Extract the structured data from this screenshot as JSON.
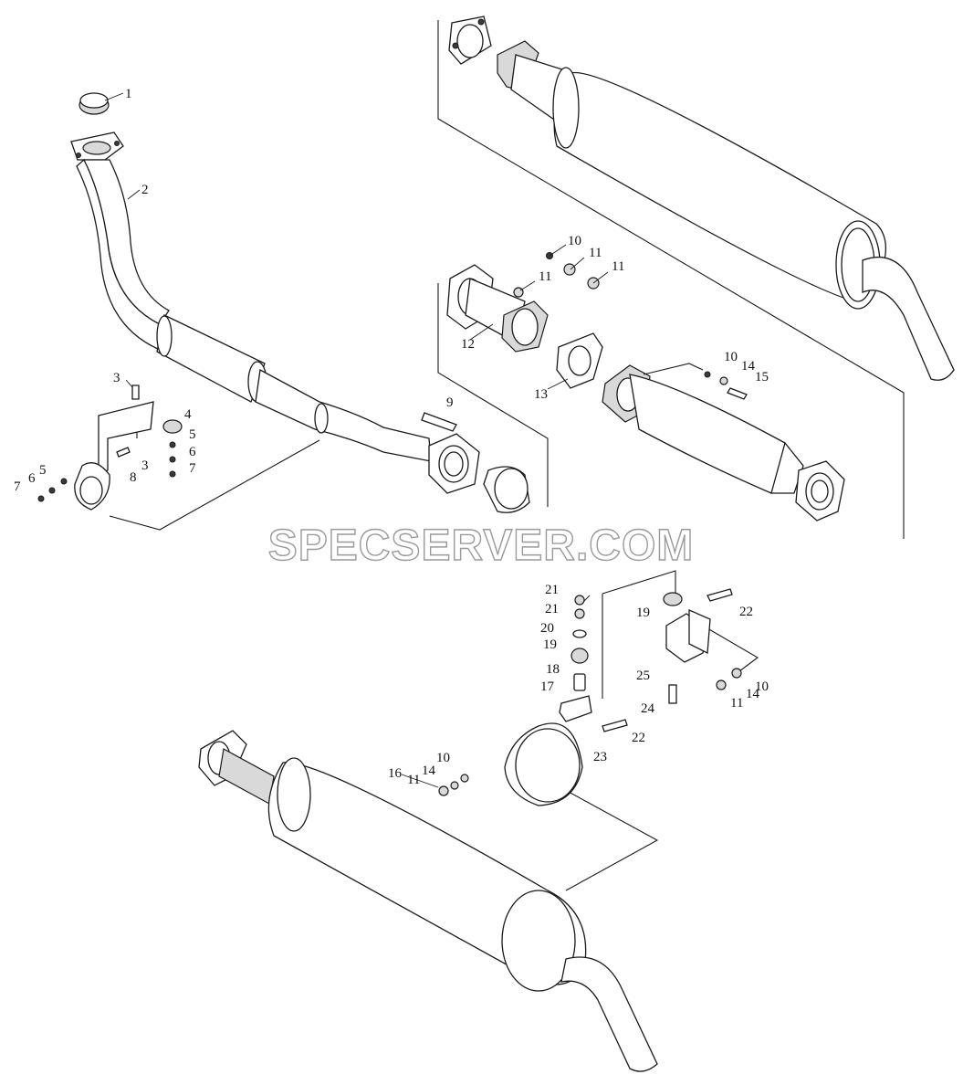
{
  "watermark": "SPECSERVER.COM",
  "callouts": {
    "c1": "1",
    "c2": "2",
    "c3a": "3",
    "c3b": "3",
    "c4": "4",
    "c5a": "5",
    "c5b": "5",
    "c6a": "6",
    "c6b": "6",
    "c7a": "7",
    "c7b": "7",
    "c8": "8",
    "c9": "9",
    "c10a": "10",
    "c10b": "10",
    "c10c": "10",
    "c10d": "10",
    "c11a": "11",
    "c11b": "11",
    "c11c": "11",
    "c11d": "11",
    "c11e": "11",
    "c12": "12",
    "c13": "13",
    "c14a": "14",
    "c14b": "14",
    "c14c": "14",
    "c15": "15",
    "c16": "16",
    "c17": "17",
    "c18": "18",
    "c19a": "19",
    "c19b": "19",
    "c20": "20",
    "c21a": "21",
    "c21b": "21",
    "c22a": "22",
    "c22b": "22",
    "c23": "23",
    "c24": "24",
    "c25": "25"
  }
}
